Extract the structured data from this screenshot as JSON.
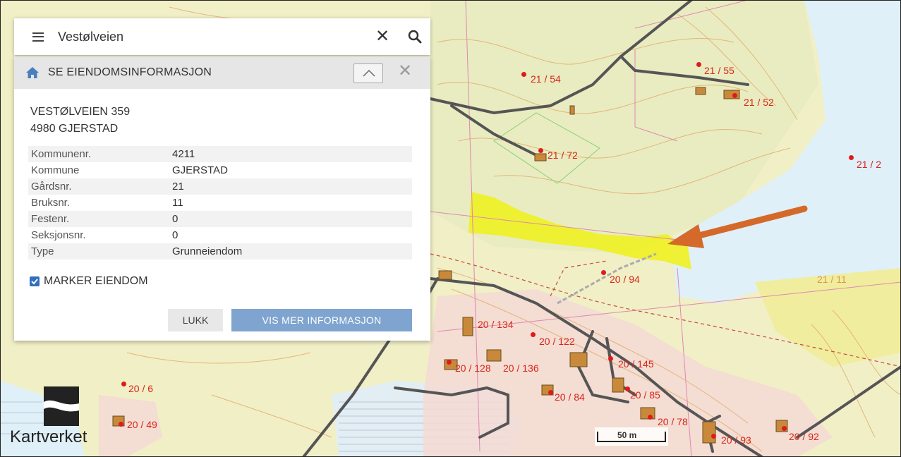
{
  "search": {
    "value": "Vestølveien"
  },
  "panel": {
    "title": "SE EIENDOMSINFORMASJON",
    "address_line1": "VESTØLVEIEN 359",
    "address_line2": "4980 GJERSTAD",
    "rows": [
      {
        "key": "Kommunenr.",
        "value": "4211"
      },
      {
        "key": "Kommune",
        "value": "GJERSTAD"
      },
      {
        "key": "Gårdsnr.",
        "value": "21"
      },
      {
        "key": "Bruksnr.",
        "value": "11"
      },
      {
        "key": "Festenr.",
        "value": "0"
      },
      {
        "key": "Seksjonsnr.",
        "value": "0"
      },
      {
        "key": "Type",
        "value": "Grunneiendom"
      }
    ],
    "marker_label": "MARKER EIENDOM",
    "marker_checked": true,
    "close_button": "LUKK",
    "more_button": "VIS MER INFORMASJON"
  },
  "map": {
    "parcel_labels": [
      "21 / 54",
      "21 / 55",
      "21 / 52",
      "21 / 72",
      "21 / 2",
      "21 / 11",
      "20 / 94",
      "20 / 134",
      "20 / 122",
      "20 / 128",
      "20 / 136",
      "20 / 145",
      "20 / 84",
      "20 / 85",
      "20 / 78",
      "20 / 93",
      "20 / 92",
      "20 / 6",
      "20 / 49"
    ],
    "scale": "50 m",
    "logo": "Kartverket",
    "colors": {
      "water": "#dff0f9",
      "land": "#f1efc6",
      "highlight": "#eef02a",
      "arrow": "#d4692a",
      "parcel_text": "#d8261c"
    }
  }
}
